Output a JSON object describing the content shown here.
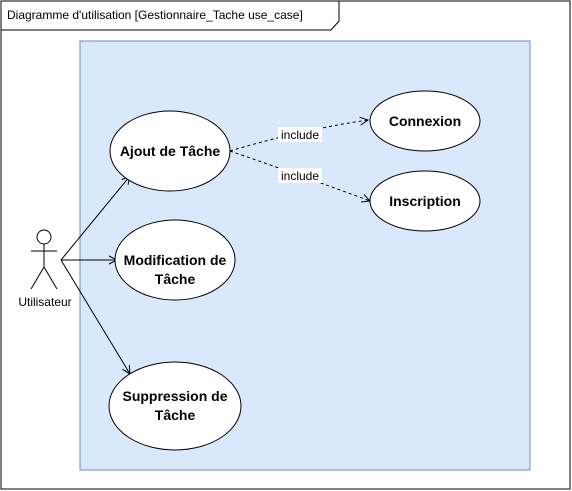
{
  "frame": {
    "title": "Diagramme d'utilisation [Gestionnaire_Tache use_case]"
  },
  "colors": {
    "system_boundary_fill": "#dae8fc",
    "system_boundary_stroke": "#6c8ebf",
    "line": "#000000",
    "usecase_fill": "#ffffff"
  },
  "actor": {
    "name": "Utilisateur",
    "icon": "stick-figure-icon"
  },
  "use_cases": {
    "ajout": {
      "line1": "Ajout de Tâche"
    },
    "modification": {
      "line1": "Modification de",
      "line2": "Tâche"
    },
    "suppression": {
      "line1": "Suppression de",
      "line2": "Tâche"
    },
    "connexion": {
      "line1": "Connexion"
    },
    "inscription": {
      "line1": "Inscription"
    }
  },
  "relations": {
    "include_connexion": "include",
    "include_inscription": "include"
  }
}
